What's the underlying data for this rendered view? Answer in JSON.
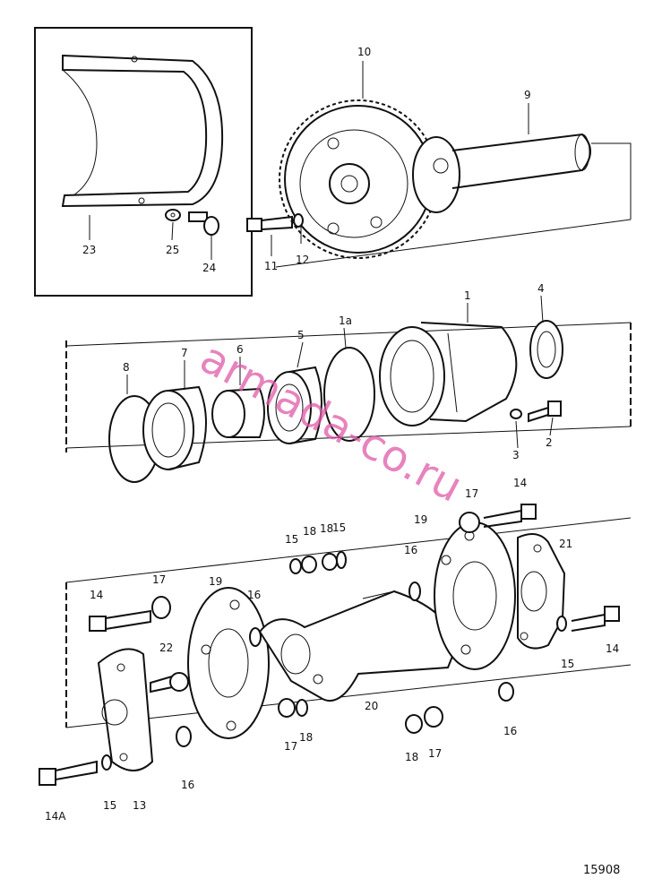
{
  "diagram": {
    "reference_number": "15908",
    "watermark": "armada-co.ru",
    "labels": {
      "p1": "1",
      "p1a": "1a",
      "p2": "2",
      "p3": "3",
      "p4": "4",
      "p5": "5",
      "p6": "6",
      "p7": "7",
      "p8": "8",
      "p9": "9",
      "p10": "10",
      "p11": "11",
      "p12": "12",
      "p13": "13",
      "p14a": "14A",
      "p14": "14",
      "p15": "15",
      "p16": "16",
      "p17": "17",
      "p18": "18",
      "p19": "19",
      "p20": "20",
      "p21": "21",
      "p22": "22",
      "p23": "23",
      "p24": "24",
      "p25": "25"
    }
  }
}
